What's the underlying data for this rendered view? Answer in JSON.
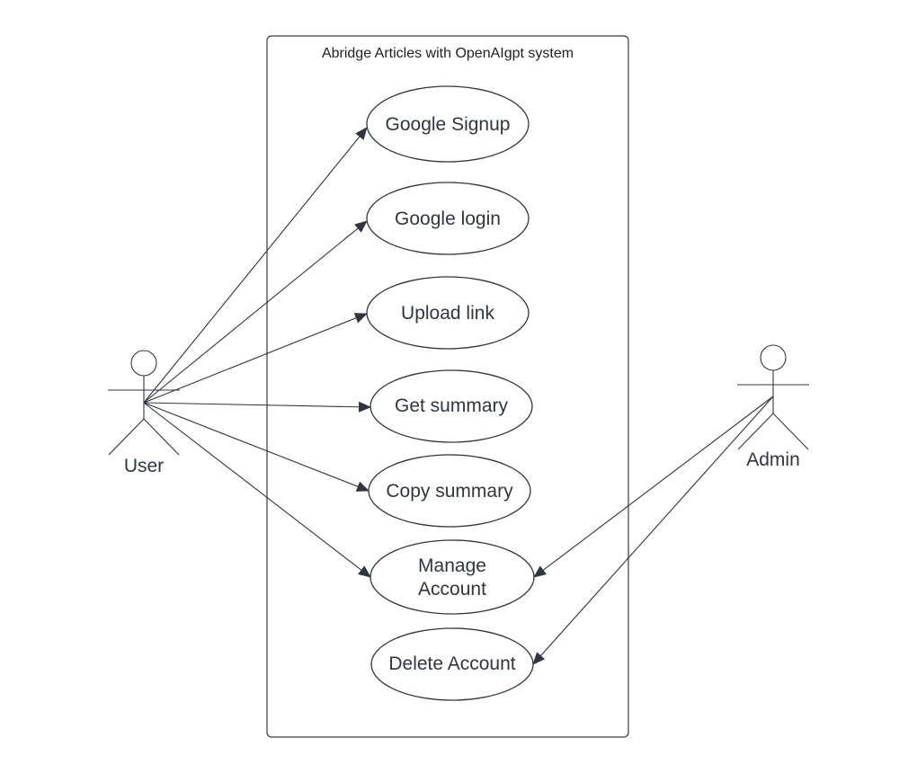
{
  "system": {
    "title": "Abridge Articles with OpenAIgpt system"
  },
  "actors": {
    "user": {
      "label": "User"
    },
    "admin": {
      "label": "Admin"
    }
  },
  "use_cases": {
    "google_signup": {
      "lines": [
        "Google Signup"
      ]
    },
    "google_login": {
      "lines": [
        "Google login"
      ]
    },
    "upload_link": {
      "lines": [
        "Upload link"
      ]
    },
    "get_summary": {
      "lines": [
        "Get summary"
      ]
    },
    "copy_summary": {
      "lines": [
        "Copy summary"
      ]
    },
    "manage_account": {
      "lines": [
        "Manage",
        "Account"
      ]
    },
    "delete_account": {
      "lines": [
        "Delete Account"
      ]
    }
  },
  "associations": [
    {
      "from": "user",
      "to": "google_signup"
    },
    {
      "from": "user",
      "to": "google_login"
    },
    {
      "from": "user",
      "to": "upload_link"
    },
    {
      "from": "user",
      "to": "get_summary"
    },
    {
      "from": "user",
      "to": "copy_summary"
    },
    {
      "from": "user",
      "to": "manage_account"
    },
    {
      "from": "admin",
      "to": "manage_account"
    },
    {
      "from": "admin",
      "to": "delete_account"
    }
  ]
}
